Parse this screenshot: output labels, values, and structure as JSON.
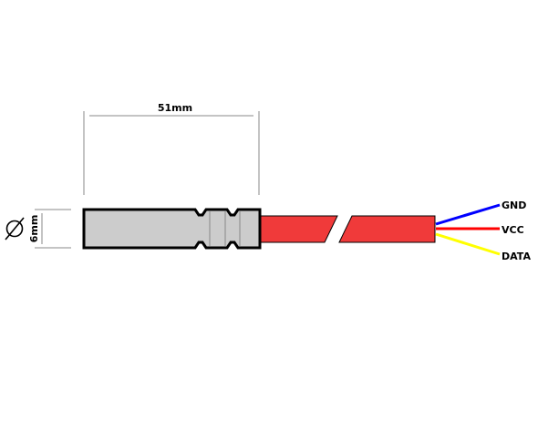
{
  "dimensions": {
    "length_label": "51mm",
    "diameter_label": "6mm"
  },
  "wires": [
    {
      "label": "GND",
      "color": "#0000ff"
    },
    {
      "label": "VCC",
      "color": "#ff0000"
    },
    {
      "label": "DATA",
      "color": "#ffff00"
    }
  ],
  "colors": {
    "probe_body": "#cccccc",
    "cable": "#f03a3a",
    "outline": "#000000",
    "dimension_line": "#888888"
  },
  "icons": {
    "diameter_symbol": "diameter-icon"
  }
}
